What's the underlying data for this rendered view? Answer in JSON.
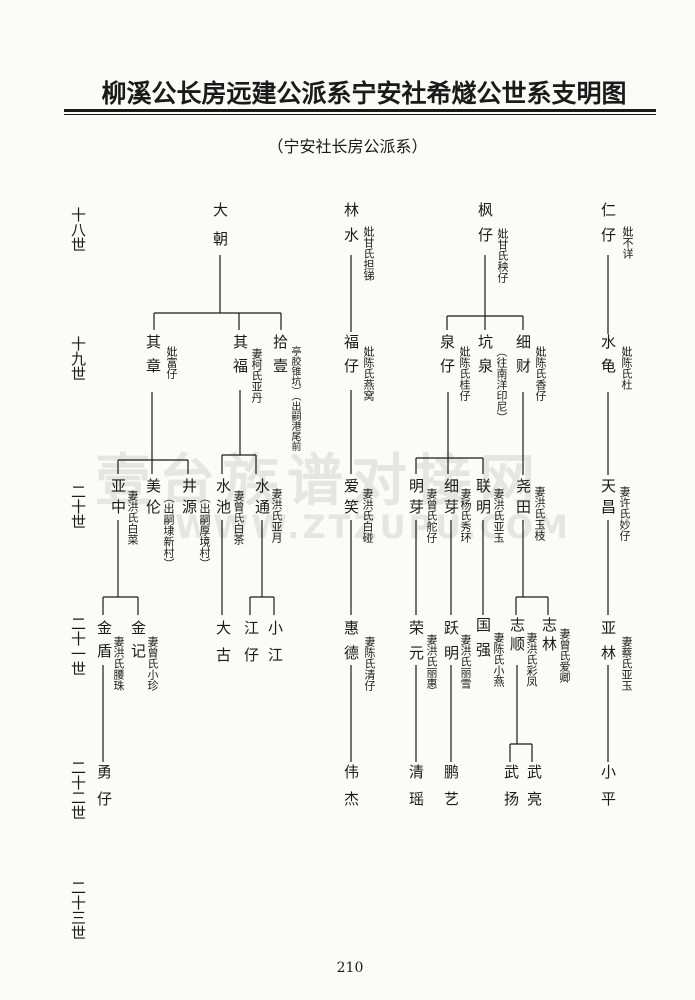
{
  "title": "柳溪公长房远建公派系宁安社希燧公世系支明图",
  "subtitle": "（宁安社长房公派系）",
  "watermark": "壹台族谱对接网",
  "watermark_url": "WWW.ZTZUPU.COM",
  "page_number": "210",
  "generations": [
    "十八世",
    "十九世",
    "二十世",
    "二十一世",
    "二十二世",
    "二十三世"
  ],
  "persons": [
    {
      "id": "dachao",
      "name": "大朝",
      "spouse": "",
      "note": ""
    },
    {
      "id": "linshui",
      "name": "林水",
      "spouse": "妣甘氏担锑",
      "note": ""
    },
    {
      "id": "fengzai",
      "name": "枫仔",
      "spouse": "妣甘氏秧仔",
      "note": ""
    },
    {
      "id": "renzai",
      "name": "仁仔",
      "spouse": "妣不详",
      "note": ""
    },
    {
      "id": "qizhang",
      "name": "其章",
      "spouse": "妣富仔",
      "note": ""
    },
    {
      "id": "qifu",
      "name": "其福",
      "spouse": "妻柯氏亚丹",
      "note": ""
    },
    {
      "id": "shiyi",
      "name": "拾壹",
      "spouse": "",
      "note": "亭胶锥坑）（出嗣港尾前"
    },
    {
      "id": "fuzai",
      "name": "福仔",
      "spouse": "妣陈氏燕窝",
      "note": ""
    },
    {
      "id": "quanzai",
      "name": "泉仔",
      "spouse": "妣陈氏桂仔",
      "note": ""
    },
    {
      "id": "kengquan",
      "name": "坑泉",
      "spouse": "",
      "note": "（往南洋印尼）"
    },
    {
      "id": "xicai",
      "name": "细财",
      "spouse": "妣陈氏香仔",
      "note": ""
    },
    {
      "id": "shuigui",
      "name": "水龟",
      "spouse": "妣陈氏杜",
      "note": ""
    },
    {
      "id": "yazhong",
      "name": "亚中",
      "spouse": "妻洪氏白菜",
      "note": ""
    },
    {
      "id": "meilun",
      "name": "美伦",
      "spouse": "",
      "note": "（出嗣埭新村）"
    },
    {
      "id": "jingyuan",
      "name": "井源",
      "spouse": "",
      "note": "（出嗣厚境村）"
    },
    {
      "id": "shuichi",
      "name": "水池",
      "spouse": "妻曾氏白茶",
      "note": ""
    },
    {
      "id": "shuitong",
      "name": "水通",
      "spouse": "妻洪氏亚月",
      "note": ""
    },
    {
      "id": "aixiao",
      "name": "爱笑",
      "spouse": "妻洪氏白碰",
      "note": ""
    },
    {
      "id": "mingya",
      "name": "明芽",
      "spouse": "妻曾氏舵仔",
      "note": ""
    },
    {
      "id": "xiya",
      "name": "细芽",
      "spouse": "妻杨氏秀环",
      "note": ""
    },
    {
      "id": "lianming",
      "name": "联明",
      "spouse": "妻洪氏亚玉",
      "note": ""
    },
    {
      "id": "yaotian",
      "name": "尧田",
      "spouse": "妻洪氏玉枝",
      "note": ""
    },
    {
      "id": "tianchang",
      "name": "天昌",
      "spouse": "妻许氏妙仔",
      "note": ""
    },
    {
      "id": "jindun",
      "name": "金盾",
      "spouse": "妻洪氏腰珠",
      "note": ""
    },
    {
      "id": "jinji",
      "name": "金记",
      "spouse": "妻曾氏小珍",
      "note": ""
    },
    {
      "id": "dagu",
      "name": "大古",
      "spouse": "",
      "note": ""
    },
    {
      "id": "jiangzai",
      "name": "江仔",
      "spouse": "",
      "note": ""
    },
    {
      "id": "xiaojiang",
      "name": "小江",
      "spouse": "",
      "note": ""
    },
    {
      "id": "huide",
      "name": "惠德",
      "spouse": "妻陈氏清仔",
      "note": ""
    },
    {
      "id": "rongyuan",
      "name": "荣元",
      "spouse": "妻洪氏丽惠",
      "note": ""
    },
    {
      "id": "yueming",
      "name": "跃明",
      "spouse": "妻洪氏丽雪",
      "note": ""
    },
    {
      "id": "guoqiang",
      "name": "国强",
      "spouse": "妻陈氏小燕",
      "note": ""
    },
    {
      "id": "zhishun",
      "name": "志顺",
      "spouse": "妻洪氏彩凤",
      "note": ""
    },
    {
      "id": "zhilin",
      "name": "志林",
      "spouse": "妻曾氏爱卿",
      "note": ""
    },
    {
      "id": "yalin",
      "name": "亚林",
      "spouse": "妻蔡氏亚玉",
      "note": ""
    },
    {
      "id": "yongzai",
      "name": "勇仔",
      "spouse": "",
      "note": ""
    },
    {
      "id": "weijie",
      "name": "伟杰",
      "spouse": "",
      "note": ""
    },
    {
      "id": "qingyao",
      "name": "清瑶",
      "spouse": "",
      "note": ""
    },
    {
      "id": "pengyi",
      "name": "鹏艺",
      "spouse": "",
      "note": ""
    },
    {
      "id": "wuyang",
      "name": "武扬",
      "spouse": "",
      "note": ""
    },
    {
      "id": "wuliang",
      "name": "武亮",
      "spouse": "",
      "note": ""
    },
    {
      "id": "xiaoping",
      "name": "小平",
      "spouse": "",
      "note": ""
    }
  ]
}
